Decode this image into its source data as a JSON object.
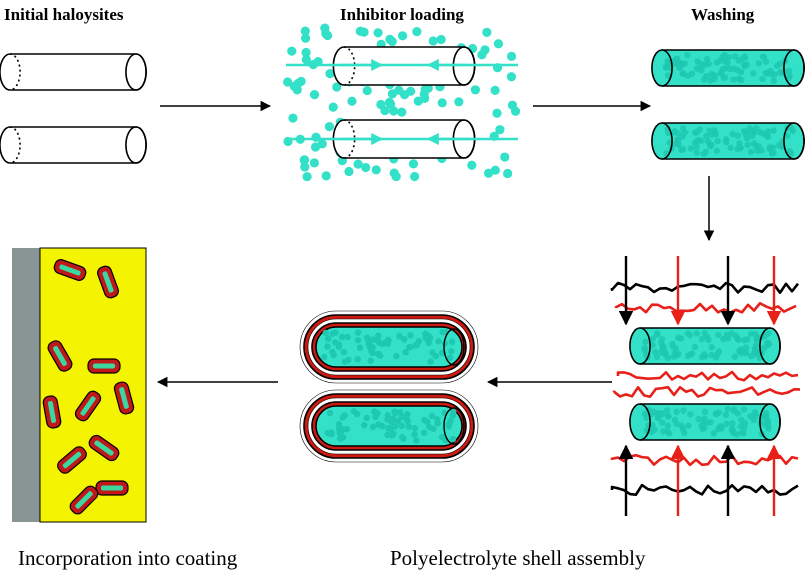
{
  "labels": {
    "initial": "Initial haloysites",
    "loading": "Inhibitor loading",
    "washing": "Washing",
    "incorporation": "Incorporation into coating",
    "shell": "Polyelectrolyte shell assembly"
  },
  "colors": {
    "inhibitor": "#33e0c8",
    "tube_outline": "#000000",
    "polycation": "#e8201a",
    "polyanion": "#000000",
    "shell_red": "#cc1a10",
    "coating": "#f4f400",
    "substrate": "#889594",
    "particle_fill": "#c01818",
    "particle_core": "#3ad8a0"
  },
  "icons": {
    "arrow": "arrow-right-icon",
    "tube": "halloysite-tube-icon",
    "particle": "inhibitor-particle-icon"
  }
}
